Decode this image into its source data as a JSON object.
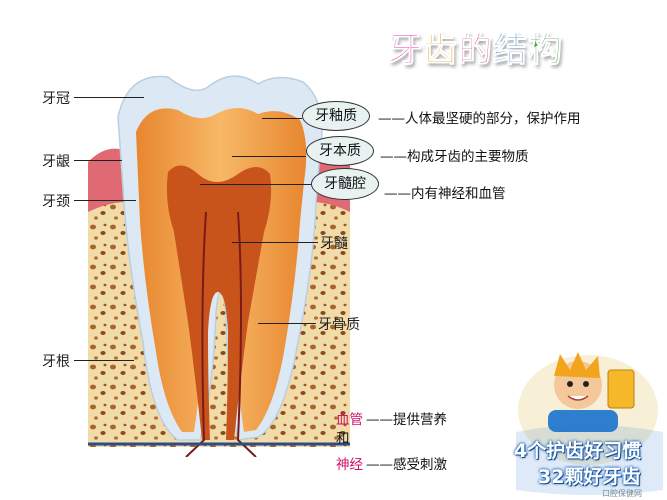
{
  "title": {
    "chars": [
      "牙",
      "齿",
      "的",
      "结",
      "构"
    ],
    "colors": [
      "#e63cb4",
      "#e8a21a",
      "#d81b60",
      "#1e88e5",
      "#43a047"
    ]
  },
  "left_labels": {
    "crown": "牙冠",
    "gum": "牙龈",
    "neck": "牙颈",
    "root": "牙根"
  },
  "ovals": {
    "enamel": "牙釉质",
    "dentin": "牙本质",
    "pulp_cavity": "牙髓腔"
  },
  "descriptions": {
    "enamel": "——人体最坚硬的部分，保护作用",
    "dentin": "——构成牙齿的主要物质",
    "pulp_cavity": "——内有神经和血管"
  },
  "inner_labels": {
    "pulp": "牙髓",
    "bone": "牙骨质"
  },
  "vessels": {
    "blood_vessel": "血管",
    "blood_desc": "——提供营养",
    "and": "和",
    "nerve": "神经",
    "nerve_desc": "——感受刺激"
  },
  "badge": {
    "line1": "4个护齿好习惯",
    "line2": "32颗好牙齿"
  },
  "watermark": "口腔保健网",
  "colors": {
    "red_text": "#d0106a",
    "enamel": "#dce9f5",
    "dentin": "#f0a045",
    "pulp": "#c8551c",
    "bone": "#f2dcae",
    "gum": "#e0707a"
  }
}
